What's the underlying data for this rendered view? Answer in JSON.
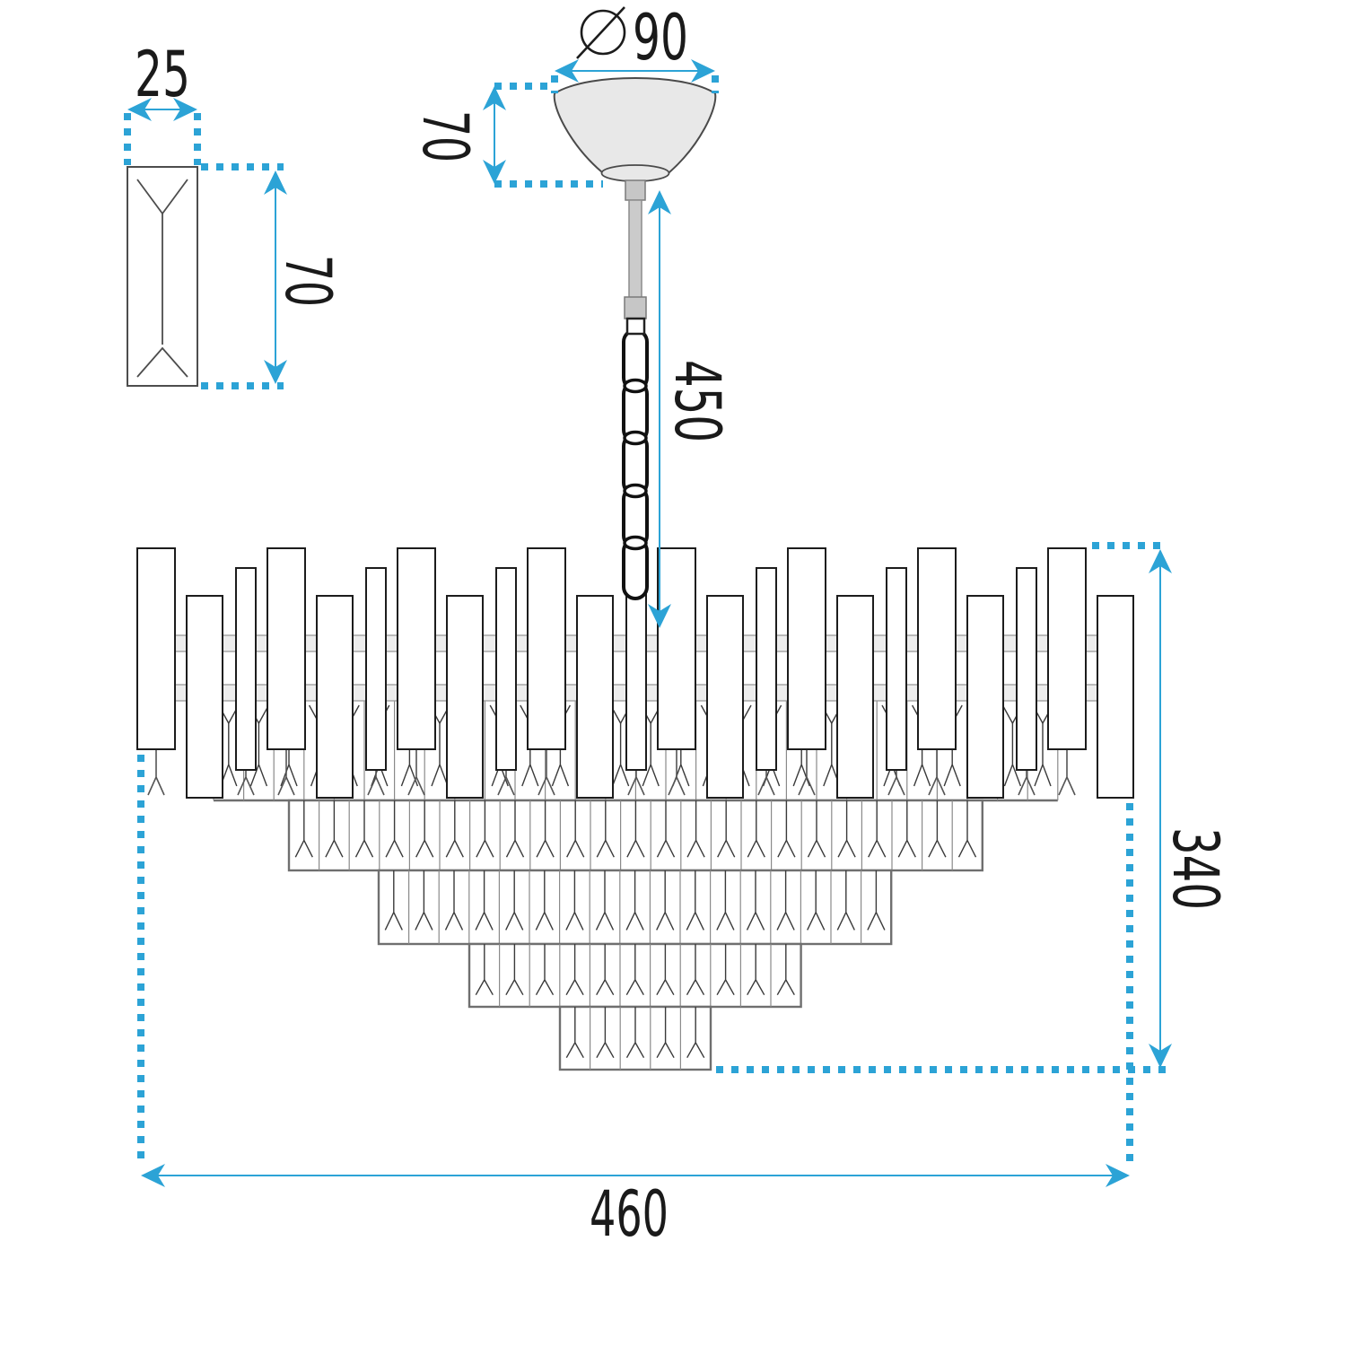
{
  "drawing": {
    "labels": {
      "detail_width": "25",
      "detail_height": "70",
      "canopy_diameter": "90",
      "canopy_height": "70",
      "suspension_height": "450",
      "body_height": "340",
      "body_width": "460"
    },
    "icons": {
      "diameter_symbol": "circle-with-slash"
    },
    "colors": {
      "dimension_accent": "#2CA3D6",
      "outline": "#1c1c1c",
      "detail_outline": "#4d4d4d",
      "canopy_fill": "#e8e8e8",
      "canopy_stroke": "#4a4a4a",
      "metal_fill": "#c6c6c6",
      "metal_stroke": "#7a7a7a",
      "chain_stroke": "#111111",
      "rail_fill": "#ededed",
      "rail_stroke": "#9a9a9a",
      "tier_border": "#6f6f6f",
      "tier_separator": "#8a8a8a",
      "prism_line": "#3a3a3a",
      "background": "#ffffff"
    }
  }
}
